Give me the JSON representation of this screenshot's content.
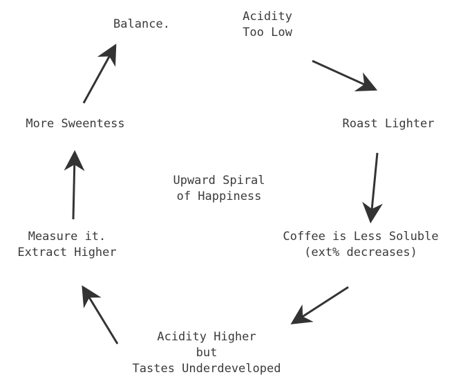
{
  "diagram": {
    "nodes": {
      "acidity_low": [
        "Acidity",
        "Too Low"
      ],
      "roast_lighter": [
        "Roast Lighter"
      ],
      "less_soluble": [
        "Coffee is Less Soluble",
        "(ext% decreases)"
      ],
      "acidity_higher": [
        "Acidity Higher",
        "but",
        "Tastes Underdeveloped"
      ],
      "measure": [
        "Measure it.",
        "Extract Higher"
      ],
      "sweetness": [
        "More Sweentess"
      ],
      "balance": [
        "Balance."
      ],
      "center": [
        "Upward Spiral",
        "of Happiness"
      ]
    },
    "colors": {
      "text": "#3a3a3a",
      "arrow": "#333333",
      "background": "#ffffff"
    }
  }
}
